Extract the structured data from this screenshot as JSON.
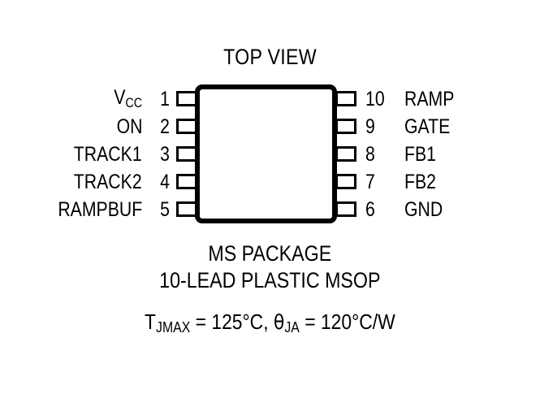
{
  "diagram": {
    "title": "TOP VIEW",
    "package_name": "MS PACKAGE",
    "package_desc": "10-LEAD PLASTIC MSOP",
    "thermal": {
      "tj_symbol": "T",
      "tj_subscript": "JMAX",
      "tj_value": " = 125°C, ",
      "theta_symbol": "θ",
      "theta_subscript": "JA",
      "theta_value": " = 120°C/W",
      "full_text": "TJMAX = 125°C, θJA = 120°C/W"
    },
    "pins_left": [
      {
        "number": "1",
        "label": "V",
        "subscript": "CC",
        "has_subscript": true
      },
      {
        "number": "2",
        "label": "ON",
        "subscript": "",
        "has_subscript": false
      },
      {
        "number": "3",
        "label": "TRACK1",
        "subscript": "",
        "has_subscript": false
      },
      {
        "number": "4",
        "label": "TRACK2",
        "subscript": "",
        "has_subscript": false
      },
      {
        "number": "5",
        "label": "RAMPBUF",
        "subscript": "",
        "has_subscript": false
      }
    ],
    "pins_right": [
      {
        "number": "10",
        "label": "RAMP"
      },
      {
        "number": "9",
        "label": "GATE"
      },
      {
        "number": "8",
        "label": "FB1"
      },
      {
        "number": "7",
        "label": "FB2"
      },
      {
        "number": "6",
        "label": "GND"
      }
    ],
    "colors": {
      "ink": "#000000",
      "background": "#ffffff"
    }
  }
}
